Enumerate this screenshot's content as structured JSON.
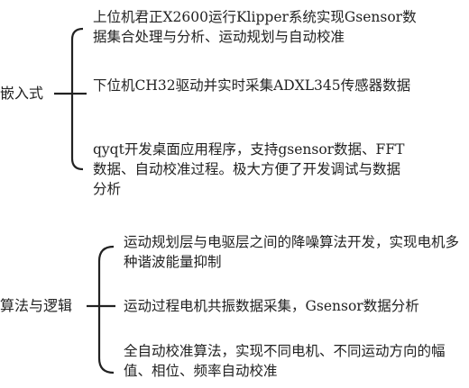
{
  "groups": [
    {
      "label": "嵌入式",
      "items": [
        "上位机君正X2600运行Klipper系统实现Gsensor数据集合处理与分析、运动规划与自动校准",
        "下位机CH32驱动并实时采集ADXL345传感器数据",
        "qyqt开发桌面应用程序，支持gsensor数据、FFT数据、自动校准过程。极大方便了开发调试与数据分析"
      ]
    },
    {
      "label": "算法与逻辑",
      "items": [
        "运动规划层与电驱层之间的降噪算法开发，实现电机多种谐波能量抑制",
        "运动过程电机共振数据采集，Gsensor数据分析",
        "全自动校准算法，实现不同电机、不同运动方向的幅值、相位、频率自动校准"
      ]
    }
  ],
  "colors": {
    "line": "#222222",
    "text": "#222222"
  }
}
